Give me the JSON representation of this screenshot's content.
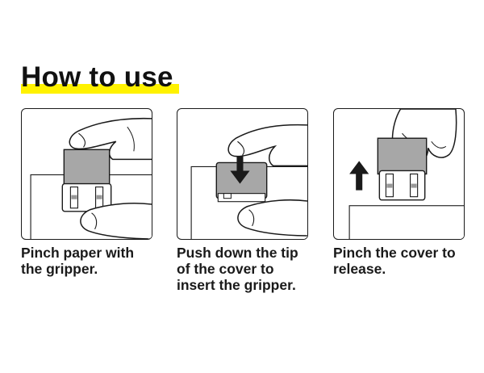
{
  "heading": {
    "text": "How to use",
    "highlight_color": "#fff200"
  },
  "steps": [
    {
      "icon": "pinch-paper-illustration",
      "lines": [
        "Pinch paper with",
        "the gripper."
      ]
    },
    {
      "icon": "push-down-illustration",
      "lines": [
        "Push down the tip",
        "of the cover to",
        "insert the gripper."
      ]
    },
    {
      "icon": "release-illustration",
      "lines": [
        "Pinch the cover to",
        "release."
      ]
    }
  ],
  "colors": {
    "gripper_gray": "#a7a7a7",
    "line": "#1a1a1a"
  }
}
